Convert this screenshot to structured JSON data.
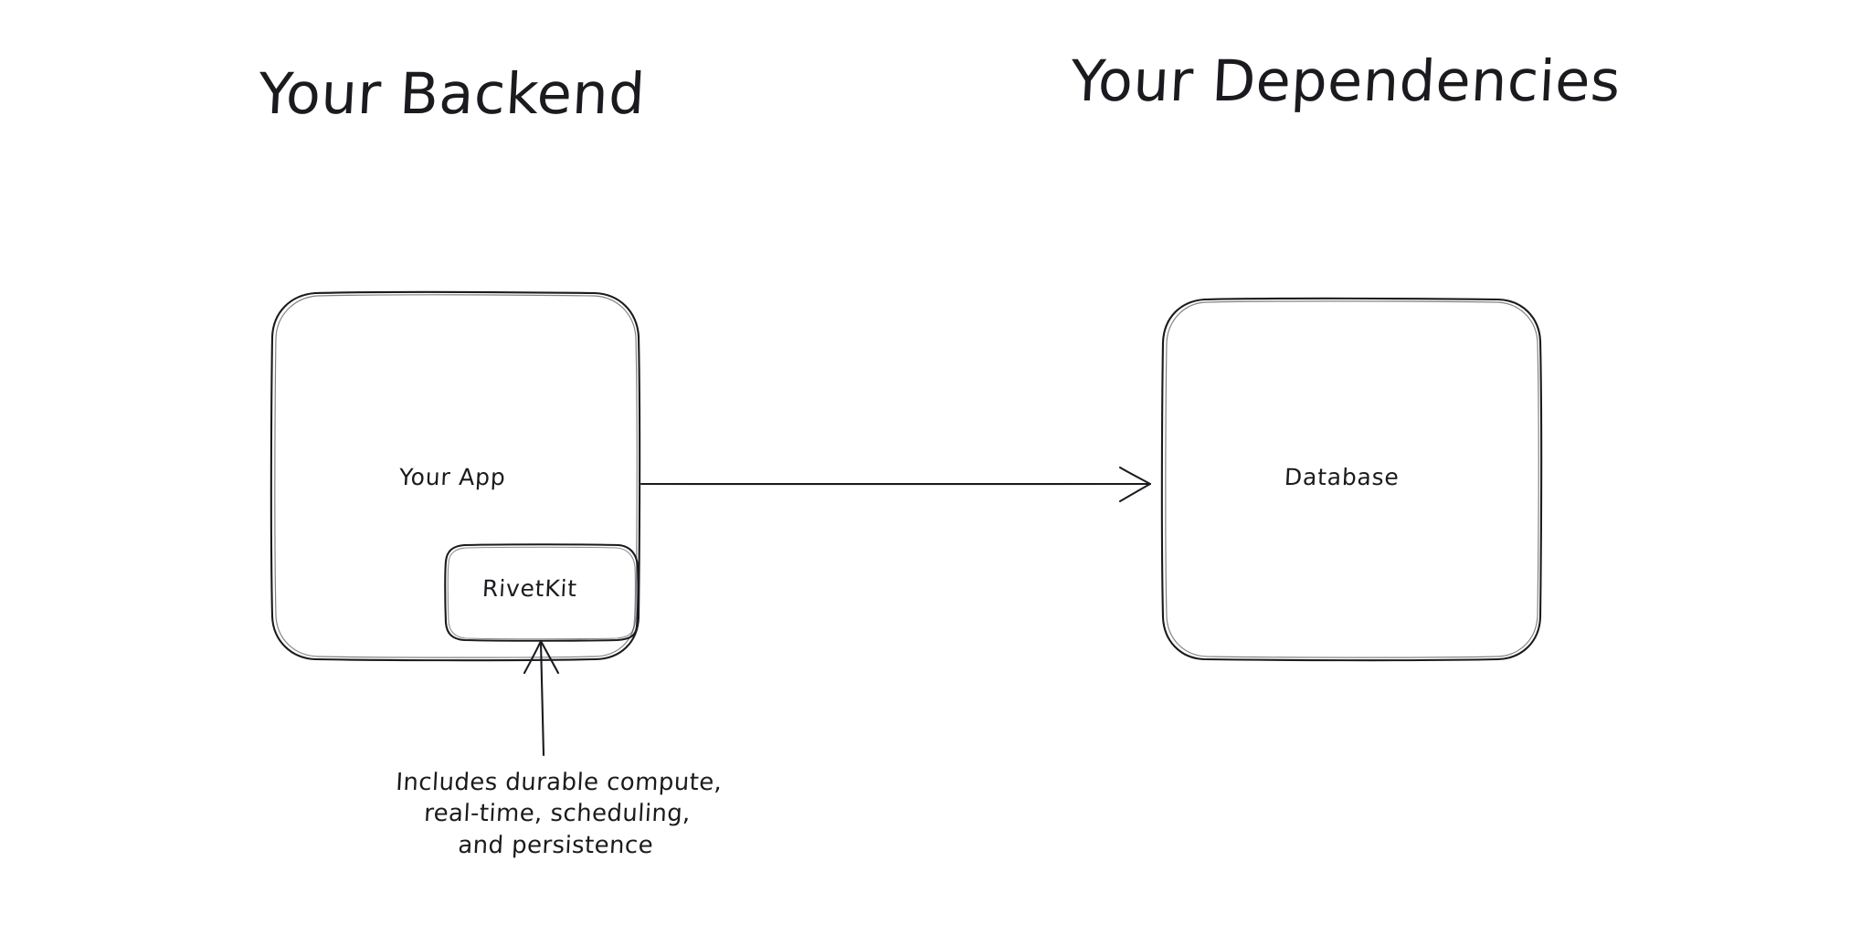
{
  "diagram": {
    "type": "architecture-sketch",
    "style": "hand-drawn",
    "background_color": "#ffffff",
    "stroke_color": "#1b1b1f",
    "titles": {
      "backend": "Your Backend",
      "dependencies": "Your Dependencies"
    },
    "nodes": [
      {
        "id": "your-app",
        "label": "Your App"
      },
      {
        "id": "rivetkit",
        "label": "RivetKit"
      },
      {
        "id": "database",
        "label": "Database"
      }
    ],
    "caption": {
      "lines": [
        "Includes durable compute,",
        "real-time, scheduling,",
        "and persistence"
      ]
    },
    "connectors": [
      {
        "id": "app-to-database",
        "from": "your-app",
        "to": "database",
        "direction": "right"
      },
      {
        "id": "caption-to-rivetkit",
        "from": "caption",
        "to": "rivetkit",
        "direction": "up"
      }
    ]
  }
}
